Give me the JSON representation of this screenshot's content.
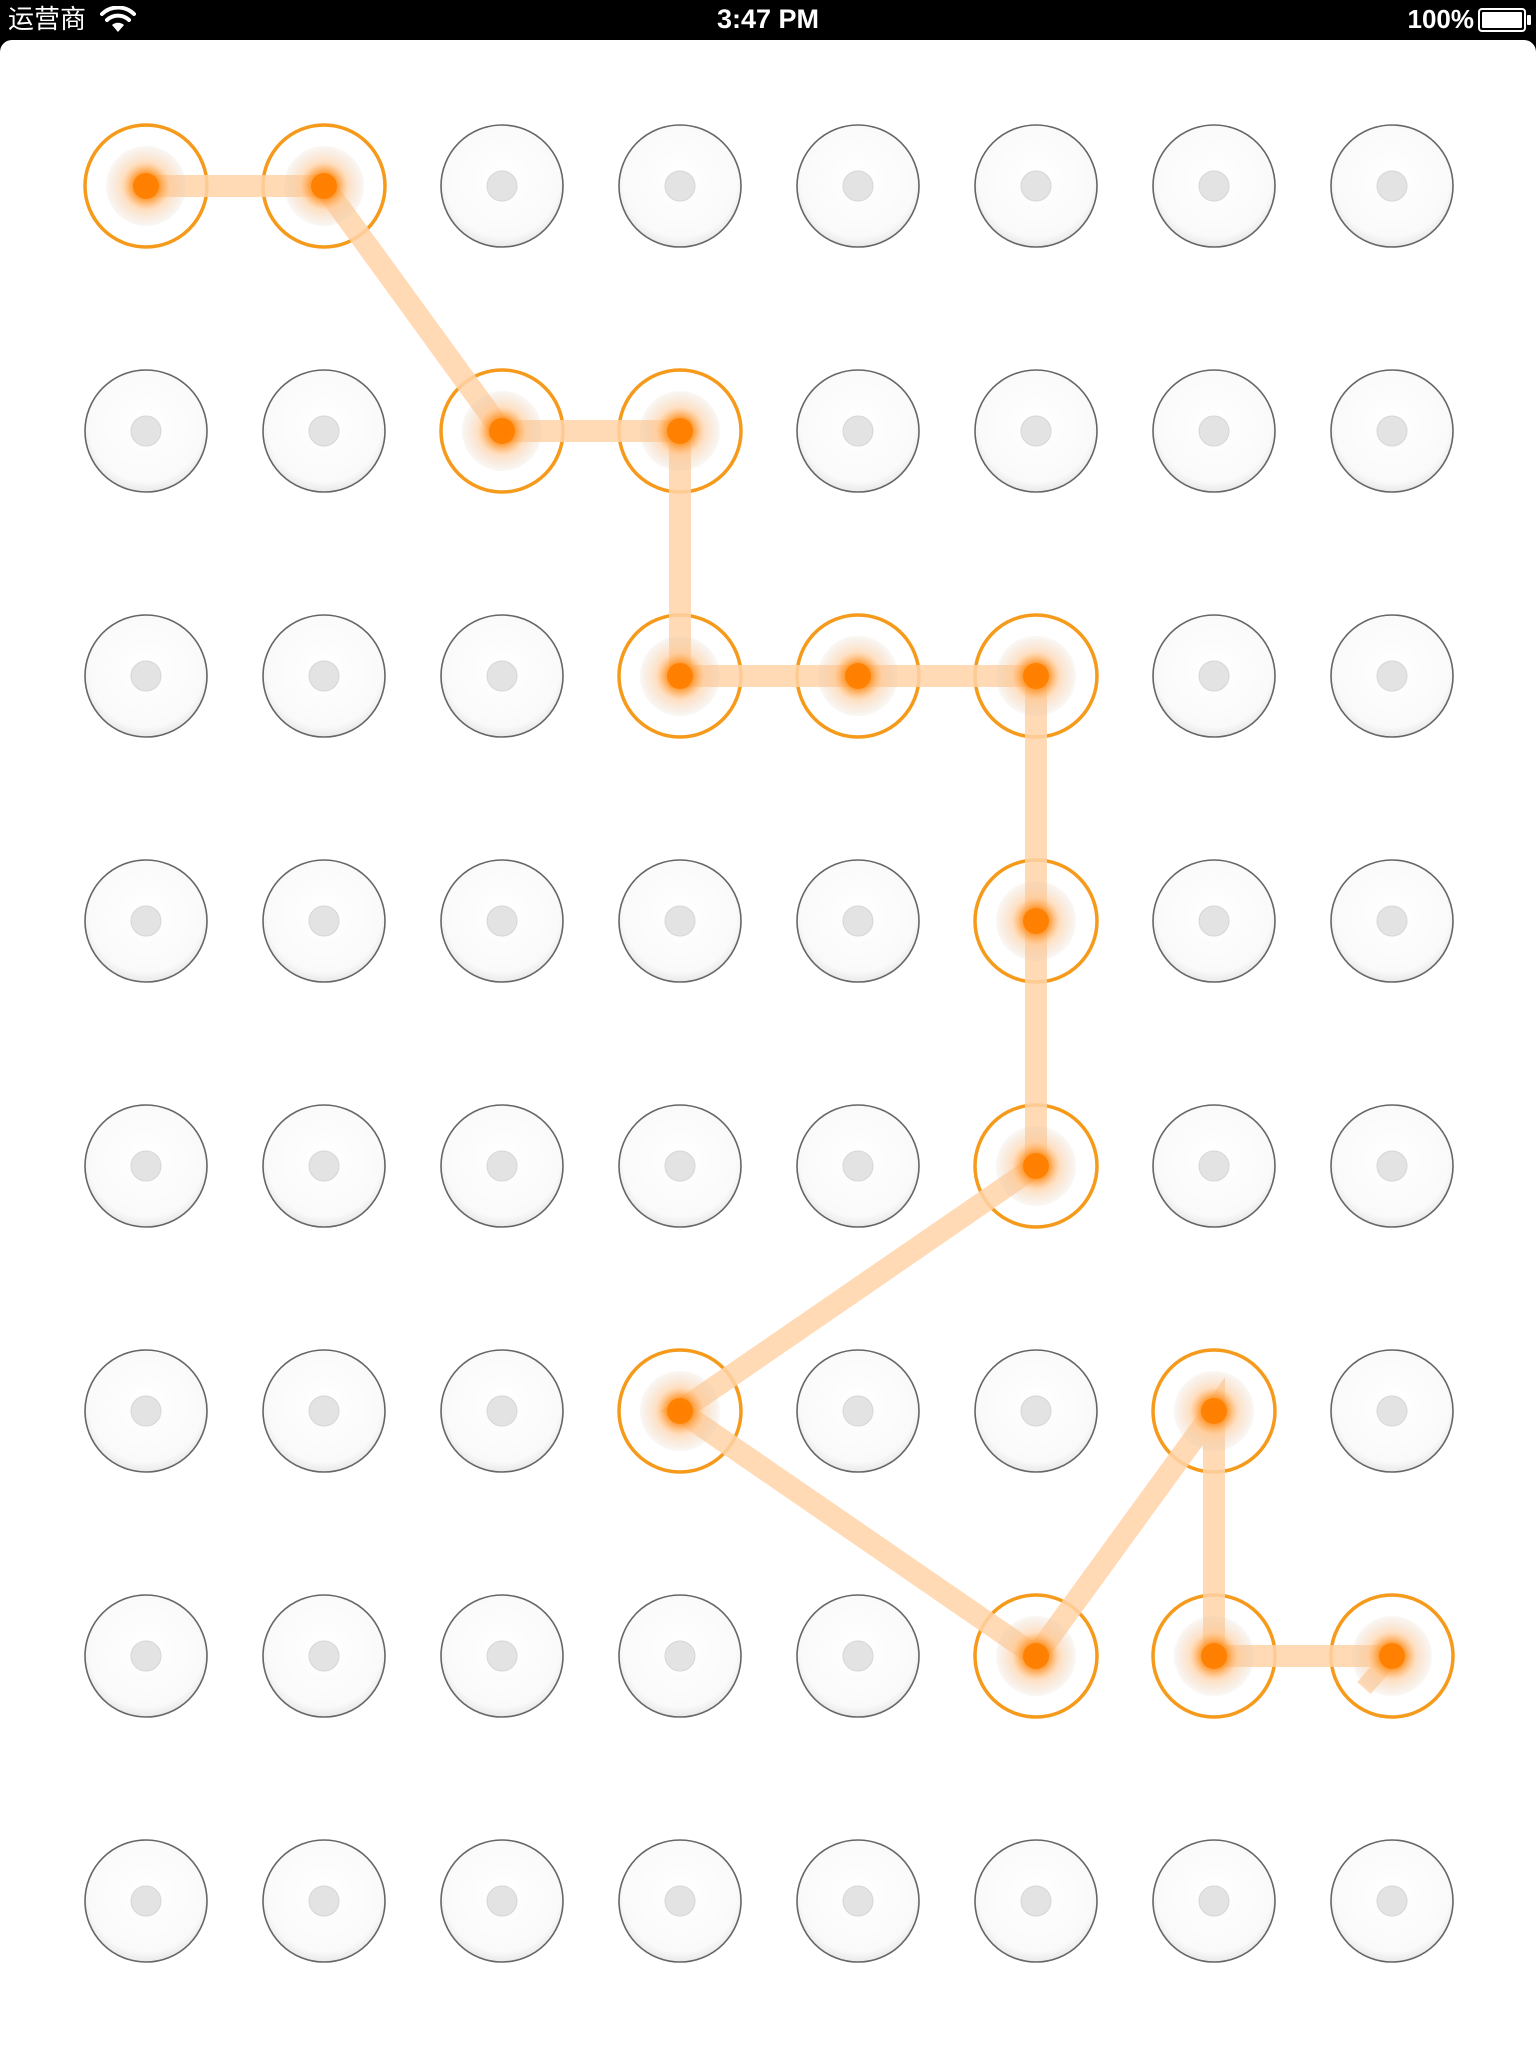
{
  "status_bar": {
    "carrier": "运营商",
    "time": "3:47 PM",
    "battery_percent": "100%",
    "battery_level": 1.0,
    "wifi_icon": "wifi-icon",
    "battery_icon": "battery-icon"
  },
  "pattern_lock": {
    "rows": 8,
    "columns": 8,
    "path": [
      [
        0,
        0
      ],
      [
        0,
        1
      ],
      [
        1,
        2
      ],
      [
        1,
        3
      ],
      [
        2,
        3
      ],
      [
        2,
        4
      ],
      [
        2,
        5
      ],
      [
        3,
        5
      ],
      [
        4,
        5
      ],
      [
        5,
        3
      ],
      [
        6,
        5
      ],
      [
        5,
        6
      ],
      [
        6,
        6
      ],
      [
        6,
        7
      ]
    ],
    "colors": {
      "selected_ring": "#f59a1a",
      "selected_core": "#ff7f00",
      "path_line": "#ffd4a8",
      "glow": "#ffb066",
      "idle_ring": "#666666",
      "idle_dot": "#e3e3e3",
      "background": "#ffffff"
    }
  }
}
